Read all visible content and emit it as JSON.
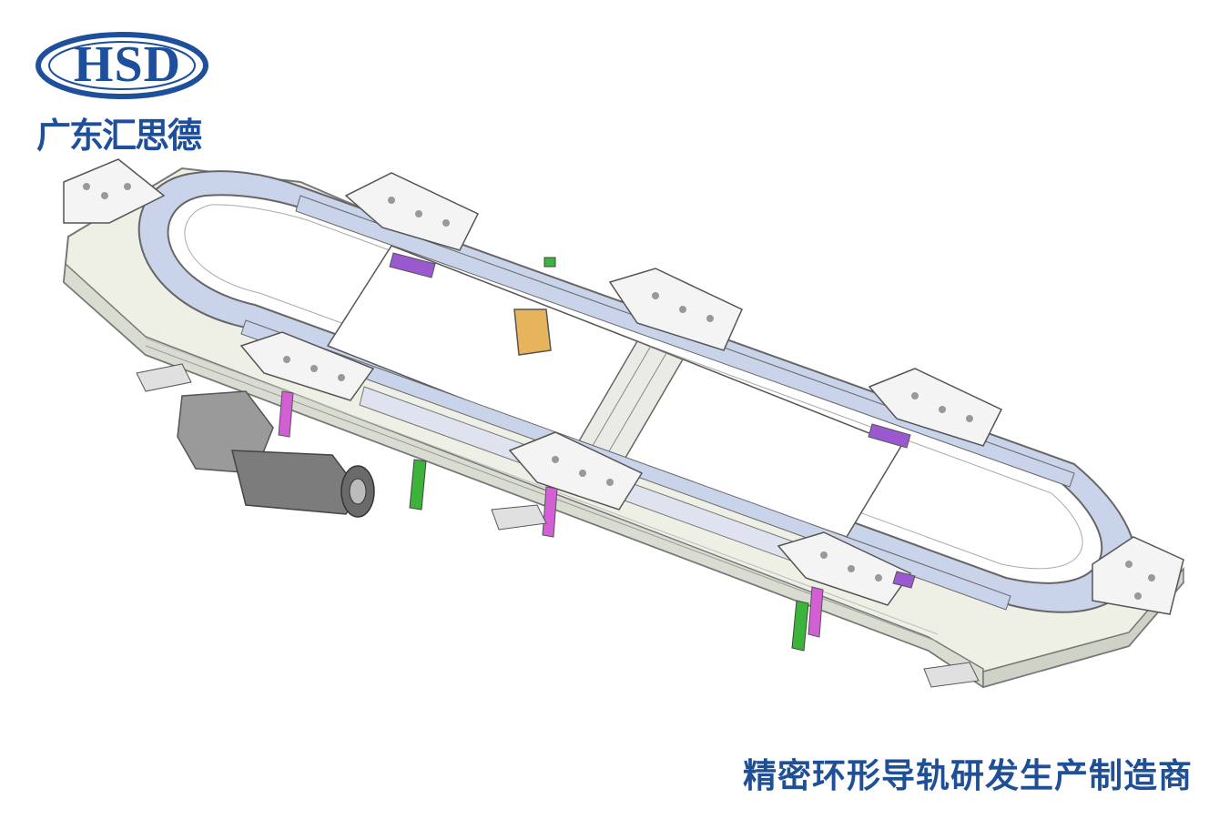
{
  "brand": {
    "logo_text": "HSD",
    "company_name": "广东汇思德",
    "color": "#1d4f9c"
  },
  "tagline": "精密环形导轨研发生产制造商",
  "illustration": {
    "icon": "circular-guide-rail-icon",
    "colors": {
      "frame": "#eef0e6",
      "rail": "#c9d4ea",
      "carriage": "#f4f4f4",
      "accent_purple": "#9b59d0",
      "accent_magenta": "#d25fd4",
      "accent_green": "#3cb43c",
      "motor": "#8a8a8a"
    }
  }
}
